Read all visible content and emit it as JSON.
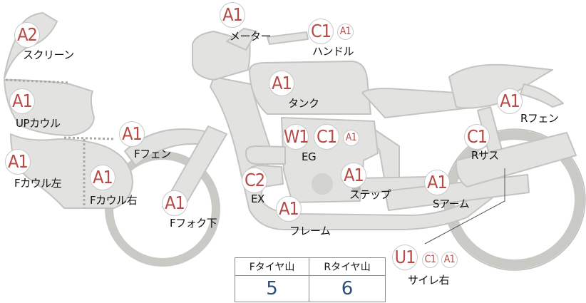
{
  "colors": {
    "body_fill": "#e2e2e0",
    "body_stroke": "#c9c9c6",
    "dark_part": "#d0d0cd",
    "badge_text": "#b54a46",
    "value_text": "#2b4f7c"
  },
  "parts": [
    {
      "id": "screen",
      "label": "スクリーン",
      "badges": [
        "A2"
      ]
    },
    {
      "id": "up-cowl",
      "label": "UPカウル",
      "badges": [
        "A1"
      ]
    },
    {
      "id": "f-cowl-l",
      "label": "Fカウル左",
      "badges": [
        "A1"
      ]
    },
    {
      "id": "f-cowl-r",
      "label": "Fカウル右",
      "badges": [
        "A1"
      ]
    },
    {
      "id": "f-fender",
      "label": "Fフェン",
      "badges": [
        "A1"
      ]
    },
    {
      "id": "f-fork",
      "label": "Fフォク下",
      "badges": [
        "A1"
      ]
    },
    {
      "id": "meter",
      "label": "メーター",
      "badges": [
        "A1"
      ]
    },
    {
      "id": "handle",
      "label": "ハンドル",
      "badges": [
        "C1",
        "A1"
      ]
    },
    {
      "id": "tank",
      "label": "タンク",
      "badges": [
        "A1"
      ]
    },
    {
      "id": "engine",
      "label": "EG",
      "badges": [
        "W1",
        "C1",
        "A1"
      ]
    },
    {
      "id": "exhaust",
      "label": "EX",
      "badges": [
        "C2"
      ]
    },
    {
      "id": "frame",
      "label": "フレーム",
      "badges": [
        "A1"
      ]
    },
    {
      "id": "step",
      "label": "ステップ",
      "badges": [
        "A1"
      ]
    },
    {
      "id": "s-arm",
      "label": "Sアーム",
      "badges": [
        "A1"
      ]
    },
    {
      "id": "r-sus",
      "label": "Rサス",
      "badges": [
        "C1"
      ]
    },
    {
      "id": "r-fender",
      "label": "Rフェン",
      "badges": [
        "A1"
      ]
    },
    {
      "id": "silencer-r",
      "label": "サイレ右",
      "badges": [
        "U1",
        "C1",
        "A1"
      ]
    }
  ],
  "tread": {
    "front_label": "Fタイヤ山",
    "rear_label": "Rタイヤ山",
    "front_value": "5",
    "rear_value": "6"
  }
}
